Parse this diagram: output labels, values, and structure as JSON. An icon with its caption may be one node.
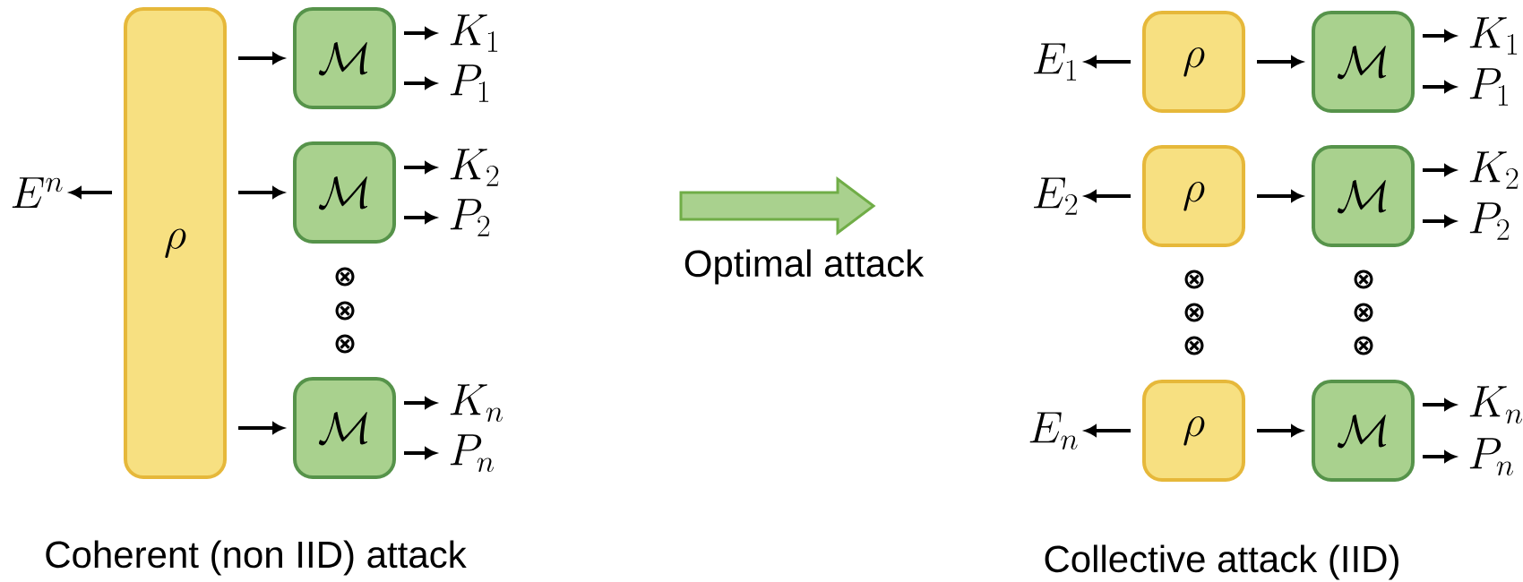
{
  "diagram": {
    "nodes": [
      {
        "text": [
          "\\rho"
        ]
      },
      {
        "text": [
          "\\mathcal{M}"
        ]
      },
      {
        "text": [
          "\\mathcal{M}"
        ]
      },
      {
        "text": [
          "\\mathcal{M}"
        ]
      },
      {
        "text": [
          "K_1"
        ]
      },
      {
        "text": [
          "P_1"
        ]
      },
      {
        "text": [
          "K_2"
        ]
      },
      {
        "text": [
          "P_2"
        ]
      },
      {
        "text": [
          "K_n"
        ]
      },
      {
        "text": [
          "P_n"
        ]
      },
      {
        "text": [
          "E^n"
        ]
      },
      {
        "text": [
          "\\rho"
        ]
      },
      {
        "text": [
          "\\mathcal{M}"
        ]
      },
      {
        "text": [
          "K_1"
        ]
      },
      {
        "text": [
          "P_1"
        ]
      },
      {
        "text": [
          "E_1"
        ]
      },
      {
        "text": [
          "\\rho"
        ]
      },
      {
        "text": [
          "\\mathcal{M}"
        ]
      },
      {
        "text": [
          "K_2"
        ]
      },
      {
        "text": [
          "P_2"
        ]
      },
      {
        "text": [
          "E_2"
        ]
      },
      {
        "text": [
          "\\rho"
        ]
      },
      {
        "text": [
          "\\mathcal{M}"
        ]
      },
      {
        "text": [
          "K_n"
        ]
      },
      {
        "text": [
          "P_n"
        ]
      },
      {
        "text": [
          "E_n"
        ]
      }
    ],
    "edges": [
      {
        "from": 0,
        "to": 1,
        "arrow": "to"
      },
      {
        "from": 0,
        "to": 2,
        "arrow": "to"
      },
      {
        "from": 0,
        "to": 3,
        "arrow": "to"
      },
      {
        "from": 1,
        "to": 4,
        "arrow": "to"
      },
      {
        "from": 1,
        "to": 5,
        "arrow": "to"
      },
      {
        "from": 2,
        "to": 6,
        "arrow": "to"
      },
      {
        "from": 2,
        "to": 7,
        "arrow": "to"
      },
      {
        "from": 3,
        "to": 8,
        "arrow": "to"
      },
      {
        "from": 3,
        "to": 9,
        "arrow": "to"
      },
      {
        "from": 0,
        "to": 10,
        "arrow": "to"
      },
      {
        "from": 11,
        "to": 12,
        "arrow": "to"
      },
      {
        "from": 12,
        "to": 13,
        "arrow": "to"
      },
      {
        "from": 12,
        "to": 14,
        "arrow": "to"
      },
      {
        "from": 11,
        "to": 15,
        "arrow": "to"
      },
      {
        "from": 16,
        "to": 17,
        "arrow": "to"
      },
      {
        "from": 17,
        "to": 18,
        "arrow": "to"
      },
      {
        "from": 17,
        "to": 19,
        "arrow": "to"
      },
      {
        "from": 16,
        "to": 20,
        "arrow": "to"
      },
      {
        "from": 21,
        "to": 22,
        "arrow": "to"
      },
      {
        "from": 22,
        "to": 23,
        "arrow": "to"
      },
      {
        "from": 22,
        "to": 24,
        "arrow": "to"
      },
      {
        "from": 21,
        "to": 25,
        "arrow": "to"
      }
    ],
    "labels": [
      "⊗",
      "⊗",
      "⊗",
      "Optimal attack",
      "⊗",
      "⊗",
      "⊗",
      "⊗",
      "⊗",
      "⊗",
      "Coherent (non IID) attack",
      "Collective attack (IID)"
    ]
  }
}
